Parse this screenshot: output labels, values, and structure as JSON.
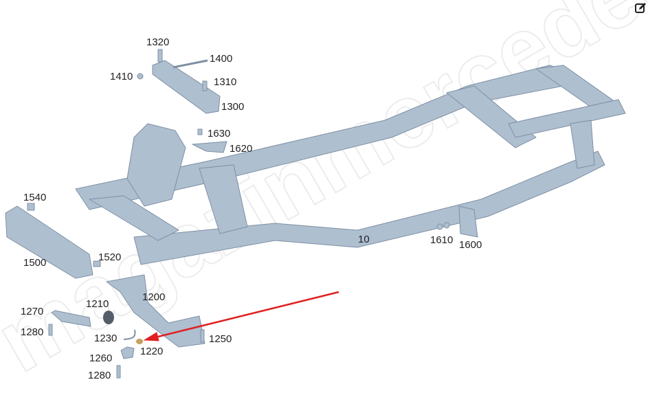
{
  "toolbar": {
    "edit_icon": "edit-square-pencil-icon"
  },
  "watermark": "magazinmercedes.ru",
  "colors": {
    "part": "#aebfd0",
    "part_edge": "#7d8fa3",
    "arrow": "#e02020",
    "highlight_part": "#c8a060"
  },
  "diagram": {
    "labels": [
      "1320",
      "1400",
      "1410",
      "1310",
      "1300",
      "1630",
      "1620",
      "1540",
      "1500",
      "1520",
      "10",
      "1610",
      "1600",
      "1210",
      "1200",
      "1270",
      "1280",
      "1230",
      "1250",
      "1220",
      "1260",
      "1280"
    ],
    "highlighted": "1220"
  }
}
